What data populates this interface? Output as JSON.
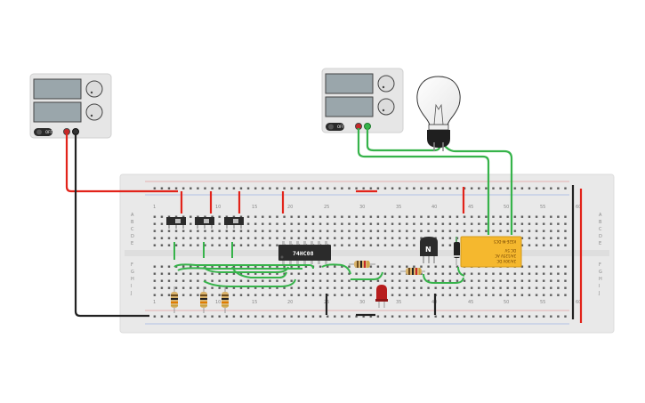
{
  "ic": {
    "label": "74HC08"
  },
  "transistor": {
    "label": "N"
  },
  "relay": {
    "line1": "2A/30V DC",
    "line2": "2A/125V AC",
    "line3": "DC 5V",
    "line4": "KS2E-M-DC5"
  },
  "psu_left": {
    "switch_label": "OFF"
  },
  "psu_right": {
    "switch_label": "OFF"
  },
  "breadboard": {
    "col_labels": [
      "1",
      "10",
      "15",
      "20",
      "25",
      "30",
      "35",
      "40",
      "45",
      "50",
      "55",
      "60"
    ],
    "row_labels_top": [
      "A",
      "B",
      "C",
      "D",
      "E"
    ],
    "row_labels_bottom": [
      "F",
      "G",
      "H",
      "I",
      "J"
    ]
  },
  "colors": {
    "wire_green": "#36b34a",
    "wire_red": "#e2231a",
    "wire_black": "#222222",
    "relay_body": "#f5b82e",
    "led_red": "#b71c1c",
    "breadboard": "#e9e9e9"
  }
}
